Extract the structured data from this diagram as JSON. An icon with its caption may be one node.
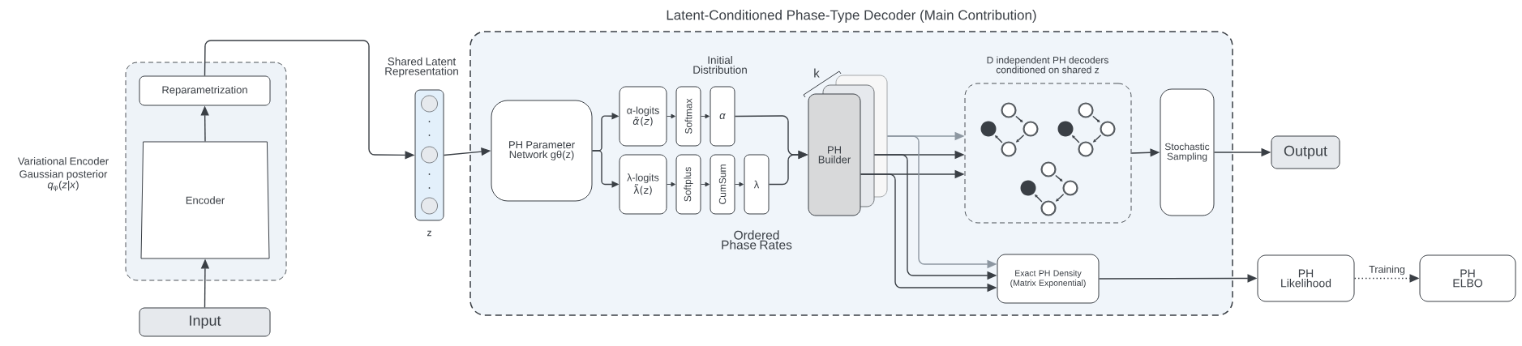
{
  "diagram": {
    "nodes": [
      {
        "text": [
          "Variational Encoder Gaussian posterior",
          "*q*$_{φ}$(*z*|*x*)"
        ]
      },
      {
        "text": [
          "Reparametrization"
        ],
        "in": 0
      },
      {
        "text": [
          "Encoder"
        ],
        "in": 0
      },
      {
        "text": [
          "Input"
        ]
      },
      {
        "text": [
          "Shared Latent Representation"
        ],
        "beside": [
          "z"
        ]
      },
      {
        "text": [
          "Latent-Conditioned Phase-Type Decoder (Main Contribution)"
        ]
      },
      {
        "text": [
          "PH Parameter Network gθ(z)"
        ],
        "in": 5
      },
      {
        "text": [
          "α-logits",
          "*α̃*(*z*)"
        ],
        "in": 5
      },
      {
        "text": [
          "Softmax"
        ],
        "in": 5
      },
      {
        "text": [
          "*α*"
        ],
        "in": 5
      },
      {
        "text": [
          "λ-logits",
          "λ̃(z)"
        ],
        "in": 5
      },
      {
        "text": [
          "Softplus"
        ],
        "in": 5
      },
      {
        "text": [
          "CumSum"
        ],
        "in": 5
      },
      {
        "text": [
          "λ"
        ],
        "in": 5
      },
      {
        "text": [
          "PH Builder"
        ],
        "in": 5
      },
      {
        "text": [
          "D independent PH decoders conditioned on shared z"
        ],
        "in": 5
      },
      {
        "text": [
          "Stochastic Sampling"
        ],
        "in": 5
      },
      {
        "text": [
          "Exact PH Density (Matrix Exponential)"
        ],
        "in": 5
      },
      {
        "text": [
          "Output"
        ]
      },
      {
        "text": [
          "PH Likelihood"
        ]
      },
      {
        "text": [
          "PH ELBO"
        ]
      }
    ],
    "edges": [
      {
        "from": 3,
        "to": 2,
        "arrow": "to"
      },
      {
        "from": 2,
        "to": 1,
        "arrow": "to"
      },
      {
        "from": 1,
        "to": 4,
        "arrow": "to"
      },
      {
        "from": 4,
        "to": 6,
        "arrow": "to"
      },
      {
        "from": 6,
        "to": 7,
        "arrow": "to"
      },
      {
        "from": 6,
        "to": 10,
        "arrow": "to"
      },
      {
        "from": 7,
        "to": 8,
        "arrow": "to"
      },
      {
        "from": 8,
        "to": 9,
        "arrow": "to"
      },
      {
        "from": 10,
        "to": 11,
        "arrow": "to"
      },
      {
        "from": 11,
        "to": 12,
        "arrow": "to"
      },
      {
        "from": 12,
        "to": 13,
        "arrow": "to"
      },
      {
        "from": 9,
        "to": 14,
        "arrow": "to"
      },
      {
        "from": 13,
        "to": 14,
        "arrow": "to"
      },
      {
        "from": 14,
        "to": 15,
        "arrow": "to",
        "color": "#8d97a1"
      },
      {
        "from": 14,
        "to": 15,
        "arrow": "to"
      },
      {
        "from": 14,
        "to": 15,
        "arrow": "to"
      },
      {
        "from": 14,
        "to": 17,
        "arrow": "to",
        "color": "#8d97a1"
      },
      {
        "from": 14,
        "to": 17,
        "arrow": "to"
      },
      {
        "from": 14,
        "to": 17,
        "arrow": "to"
      },
      {
        "from": 15,
        "to": 16,
        "arrow": "to"
      },
      {
        "from": 16,
        "to": 18,
        "arrow": "to"
      },
      {
        "from": 17,
        "to": 19,
        "arrow": "to"
      },
      {
        "from": 19,
        "to": 20,
        "arrow": "to",
        "label": "Training",
        "style": "dashed"
      }
    ],
    "labels": [
      "Initial Distribution",
      "k",
      "Ordered Phase Rates"
    ]
  }
}
